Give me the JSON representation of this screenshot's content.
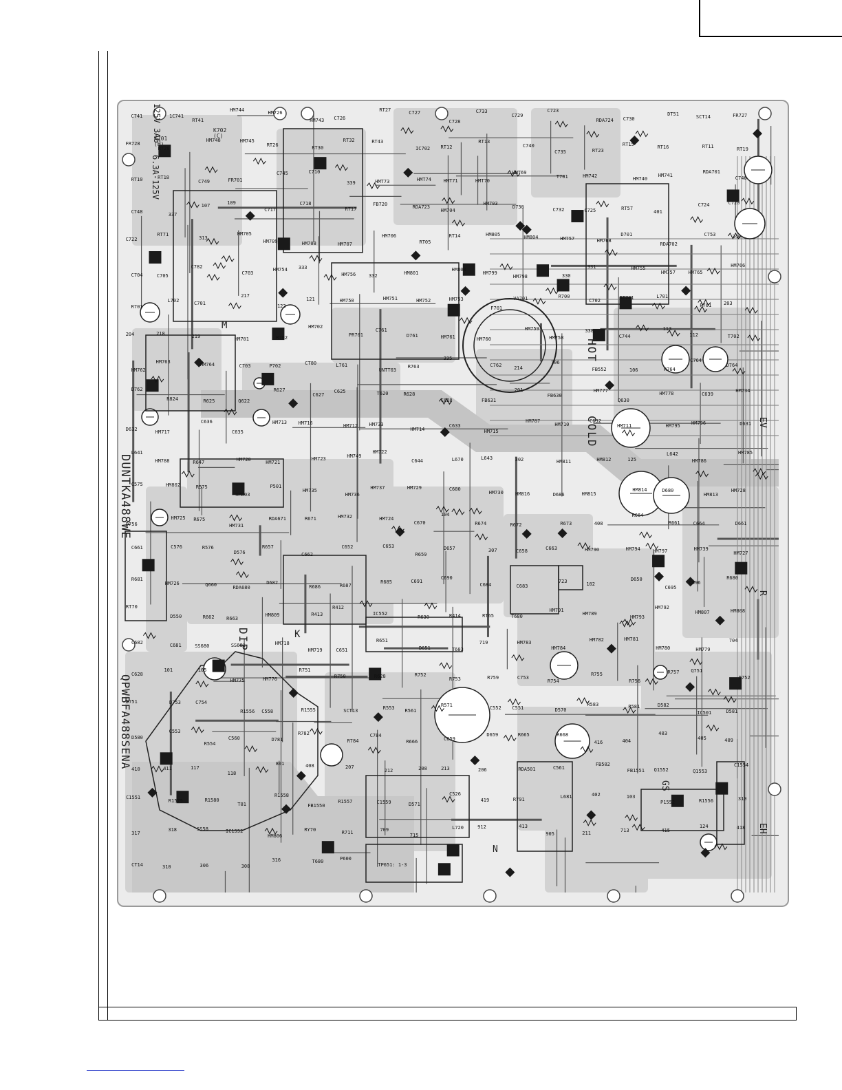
{
  "board": {
    "model_label": "DUNTKA488WE",
    "part_label": "QPWBFA488SENA",
    "fuse_rating_a": "125V 3A6",
    "fuse_rating_b": "6.3A-125V",
    "zone_hot": "HOT",
    "zone_cold": "COLD",
    "arrow_dip": "DIP",
    "mark_m": "M",
    "mark_k": "K",
    "mark_n": "N",
    "mark_r": "R",
    "mark_ev": "EV",
    "mark_eh": "EH",
    "mark_gs": "GS",
    "mark_k701h": "K701\n(H)",
    "mark_k702c": "K702\n(C)"
  },
  "labels": [
    "C741",
    "1C741",
    "RT41",
    "HM744",
    "HM726",
    "HM743",
    "C726",
    "RT27",
    "C727",
    "C728",
    "C733",
    "C729",
    "C723",
    "RDA724",
    "C730",
    "DT51",
    "SCT14",
    "FR727",
    "FR728",
    "RT28",
    "HM748",
    "HM745",
    "RT26",
    "RT30",
    "RT32",
    "RT43",
    "IC702",
    "RT12",
    "RT13",
    "C740",
    "C735",
    "RT23",
    "RT15",
    "RT16",
    "RT11",
    "RT19",
    "RT10",
    "RT18",
    "C749",
    "FR701",
    "C745",
    "C710",
    "339",
    "HMT73",
    "HMT74",
    "HMT71",
    "HMT70",
    "HMT69",
    "T701",
    "HM742",
    "HM740",
    "HM741",
    "RDA701",
    "C746",
    "C748",
    "337",
    "107",
    "109",
    "C717",
    "C718",
    "RT17",
    "FB720",
    "RDA723",
    "HM704",
    "HM703",
    "D730",
    "C732",
    "C725",
    "RT57",
    "401",
    "C724",
    "C720",
    "C722",
    "RT71",
    "313",
    "HM705",
    "HM709",
    "HM708",
    "HM707",
    "HM706",
    "RT05",
    "RT14",
    "HM805",
    "HM804",
    "HM757",
    "HM768",
    "D701",
    "RDA702",
    "C753",
    "340",
    "C704",
    "C705",
    "C782",
    "C703",
    "HM754",
    "333",
    "HM756",
    "332",
    "HM801",
    "HM800",
    "HM799",
    "HM798",
    "330",
    "331",
    "HM755",
    "HM757",
    "HM765",
    "HM766",
    "R701",
    "L702",
    "C701",
    "217",
    "122",
    "121",
    "HM750",
    "HM751",
    "HM752",
    "HM753",
    "F701",
    "VA701",
    "R700",
    "C702",
    "RT701",
    "L701",
    "R761",
    "203",
    "204",
    "218",
    "219",
    "HM701",
    "R702",
    "HM702",
    "PR701",
    "C761",
    "D761",
    "HM761",
    "HM760",
    "HM759",
    "HM758",
    "338",
    "C744",
    "113",
    "112",
    "T702",
    "HM762",
    "HM763",
    "HM764",
    "C703",
    "P702",
    "CT80",
    "L761",
    "UNTT03",
    "R763",
    "335",
    "C762",
    "214",
    "706",
    "FB552",
    "106",
    "R764",
    "C764",
    "D764",
    "D762",
    "R824",
    "R625",
    "Q622",
    "R627",
    "C627",
    "C625",
    "T620",
    "R628",
    "C628",
    "FB631",
    "201",
    "FB630",
    "HM777",
    "Q630",
    "HM778",
    "C639",
    "HM734",
    "D632",
    "HM717",
    "C636",
    "C635",
    "HM713",
    "HM716",
    "HM712",
    "HM733",
    "HM714",
    "C633",
    "HM715",
    "HM787",
    "HM710",
    "C632",
    "HM711",
    "HM795",
    "HM796",
    "D631",
    "L641",
    "HM788",
    "R647",
    "HM720",
    "HM721",
    "HM723",
    "HM749",
    "HM722",
    "C644",
    "L670",
    "L643",
    "302",
    "HM811",
    "HM812",
    "125",
    "L642",
    "HM786",
    "HM785",
    "C575",
    "HM802",
    "R575",
    "HM803",
    "P501",
    "HM735",
    "HM736",
    "HM737",
    "HM729",
    "C680",
    "HM730",
    "HM816",
    "D686",
    "HM815",
    "HM814",
    "D680",
    "HM813",
    "HM728",
    "D756",
    "HM725",
    "R675",
    "HM731",
    "RDA671",
    "R671",
    "HM732",
    "HM724",
    "C670",
    "104",
    "R674",
    "R672",
    "R673",
    "408",
    "R664",
    "R661",
    "C664",
    "D661",
    "C661",
    "C576",
    "R576",
    "D576",
    "R657",
    "C662",
    "C652",
    "C653",
    "R659",
    "D657",
    "307",
    "C658",
    "C663",
    "HM790",
    "HM794",
    "HM797",
    "HM739",
    "HM727",
    "R681",
    "HM726",
    "Q660",
    "RDA680",
    "D682",
    "R686",
    "R687",
    "R685",
    "C691",
    "C690",
    "C684",
    "C683",
    "723",
    "102",
    "D650",
    "C695",
    "C696",
    "R680",
    "RT70",
    "D550",
    "R662",
    "R663",
    "HM809",
    "R413",
    "R412",
    "IC552",
    "R630",
    "R414",
    "RT65",
    "T680",
    "HM791",
    "HM789",
    "HM793",
    "HM792",
    "HM807",
    "HM808",
    "C682",
    "C681",
    "SS680",
    "SS681",
    "HM718",
    "HM719",
    "C651",
    "R651",
    "D651",
    "T603",
    "719",
    "HM783",
    "HM784",
    "HM782",
    "HM781",
    "HM780",
    "HM779",
    "704",
    "C628",
    "101",
    "105",
    "HM775",
    "HM776",
    "R751",
    "R750",
    "R628",
    "R752",
    "R753",
    "R759",
    "C753",
    "R754",
    "R755",
    "R756",
    "R757",
    "Q751",
    "D752",
    "D751",
    "D753",
    "C754",
    "R1556",
    "C558",
    "R1555",
    "SCT13",
    "R553",
    "R561",
    "R571",
    "C552",
    "C551",
    "D570",
    "R583",
    "R581",
    "D582",
    "IC501",
    "D581",
    "D580",
    "C553",
    "R554",
    "C560",
    "D781",
    "R782",
    "R784",
    "C784",
    "R666",
    "C659",
    "D659",
    "R665",
    "R668",
    "416",
    "404",
    "403",
    "405",
    "409",
    "410",
    "411",
    "117",
    "118",
    "801",
    "408",
    "207",
    "212",
    "208",
    "213",
    "206",
    "RDA501",
    "C561",
    "FB502",
    "FB1551",
    "Q1552",
    "Q1553",
    "C1554",
    "C1551",
    "R1575",
    "R1580",
    "T01",
    "R1558",
    "FB1550",
    "R1557",
    "C1559",
    "D571",
    "C526",
    "419",
    "R791",
    "L681",
    "402",
    "103",
    "P1552",
    "R1556",
    "310",
    "317",
    "318",
    "SS58",
    "IC1552",
    "HM806",
    "RY70",
    "R711",
    "709",
    "715",
    "L720",
    "912",
    "413",
    "905",
    "211",
    "713",
    "415",
    "124",
    "418",
    "CT14",
    "310",
    "306",
    "308",
    "316",
    "T680",
    "P600",
    "TP651: 1-3"
  ]
}
